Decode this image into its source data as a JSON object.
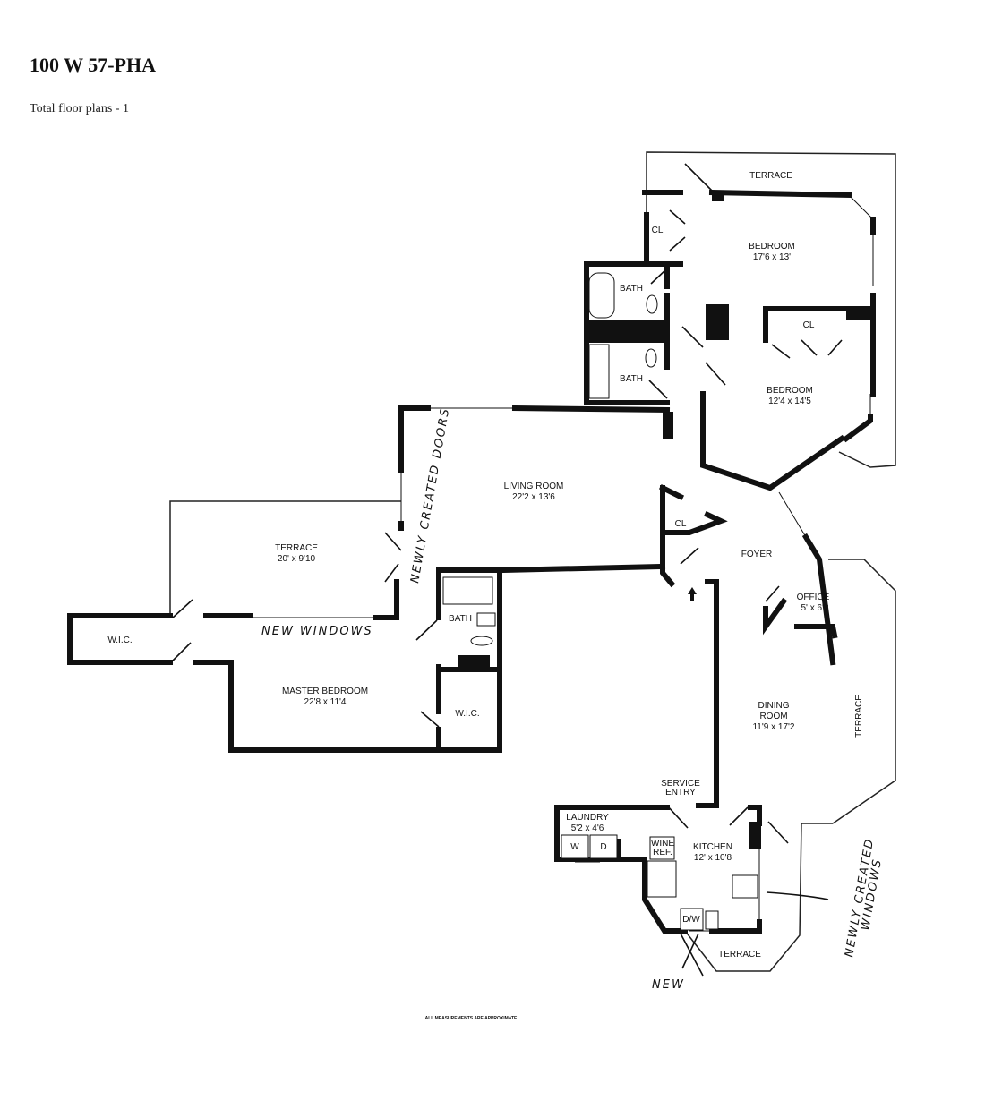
{
  "header": {
    "title": "100 W 57-PHA",
    "subtitle": "Total floor plans - 1"
  },
  "rooms": {
    "terrace_top": "TERRACE",
    "closet_top": "CL",
    "bedroom1": {
      "name": "BEDROOM",
      "size": "17'6 x 13'"
    },
    "bath1": "BATH",
    "bath2": "BATH",
    "closet_bed2": "CL",
    "bedroom2": {
      "name": "BEDROOM",
      "size": "12'4 x 14'5"
    },
    "living": {
      "name": "LIVING ROOM",
      "size": "22'2 x 13'6"
    },
    "closet_foyer": "CL",
    "foyer": "FOYER",
    "office": {
      "name": "OFFICE",
      "size": "5' x 6'2"
    },
    "terrace_left": {
      "name": "TERRACE",
      "size": "20' x 9'10"
    },
    "wic_left": "W.I.C.",
    "master_bath": "BATH",
    "master": {
      "name": "MASTER BEDROOM",
      "size": "22'8 x 11'4"
    },
    "wic_master": "W.I.C.",
    "dining": {
      "name": "DINING",
      "name2": "ROOM",
      "size": "11'9 x 17'2"
    },
    "terrace_right": "TERRACE",
    "service": {
      "line1": "SERVICE",
      "line2": "ENTRY"
    },
    "laundry": {
      "name": "LAUNDRY",
      "size": "5'2 x 4'6",
      "washer": "W",
      "dryer": "D"
    },
    "wine": {
      "line1": "WINE",
      "line2": "REF."
    },
    "kitchen": {
      "name": "KITCHEN",
      "size": "12' x 10'8",
      "dw": "D/W"
    },
    "terrace_kitchen": "TERRACE"
  },
  "annotations": {
    "doors": "NEWLY CREATED DOORS",
    "windows": "NEW WINDOWS",
    "kitchen_windows_1": "NEWLY CREATED",
    "kitchen_windows_2": "WINDOWS",
    "new": "NEW"
  },
  "footer": "ALL MEASUREMENTS ARE APPROXIMATE"
}
